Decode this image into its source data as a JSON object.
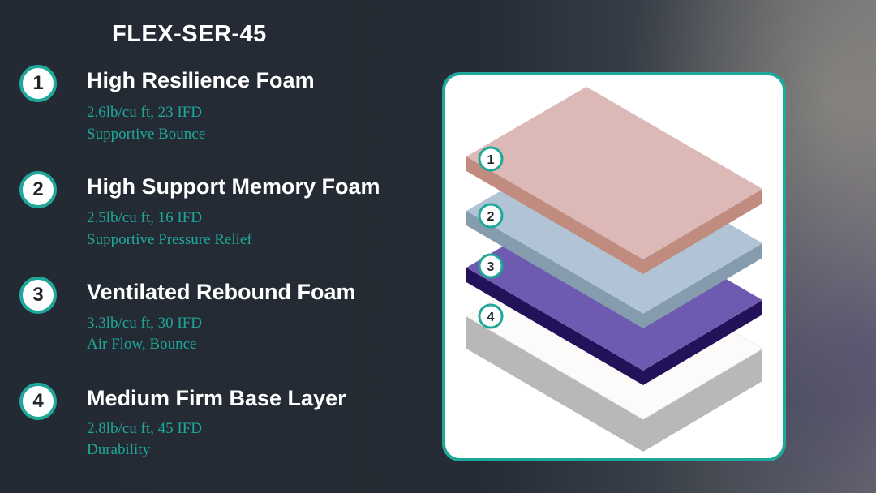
{
  "title": "FLEX-SER-45",
  "layers": [
    {
      "number": "1",
      "name": "High Resilience Foam",
      "spec": "2.6lb/cu ft, 23 IFD",
      "benefit": "Supportive Bounce",
      "top_color": "#dcb8b6",
      "side_color": "#c08c80"
    },
    {
      "number": "2",
      "name": "High Support Memory Foam",
      "spec": "2.5lb/cu ft, 16 IFD",
      "benefit": "Supportive Pressure Relief",
      "top_color": "#b0c4d6",
      "side_color": "#849cae"
    },
    {
      "number": "3",
      "name": "Ventilated Rebound Foam",
      "spec": "3.3lb/cu ft, 30 IFD",
      "benefit": "Air Flow, Bounce",
      "top_color": "#6e5ab0",
      "side_color": "#23125a"
    },
    {
      "number": "4",
      "name": "Medium Firm Base Layer",
      "spec": "2.8lb/cu ft, 45 IFD",
      "benefit": "Durability",
      "top_color": "#fcfbfa",
      "side_color": "#b8b8b8"
    }
  ],
  "accent": "#1fa89a"
}
